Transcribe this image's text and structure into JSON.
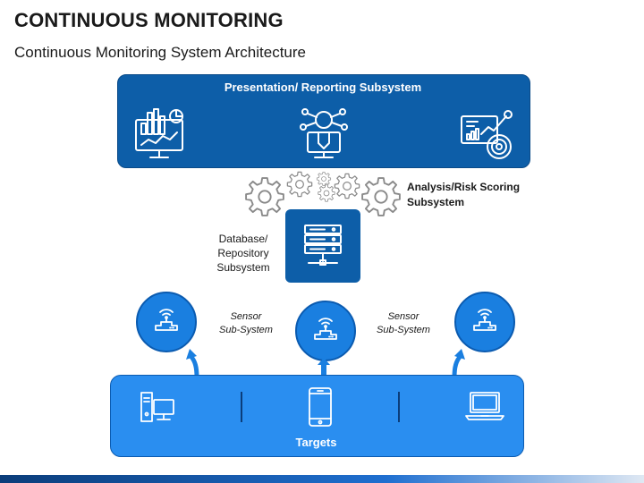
{
  "title": "CONTINUOUS MONITORING",
  "subtitle": "Continuous Monitoring System Architecture",
  "presentation": {
    "label": "Presentation/ Reporting Subsystem",
    "icons": [
      "dashboard-monitor-icon",
      "user-network-monitor-icon",
      "report-target-icon"
    ]
  },
  "analysis": {
    "line1": "Analysis/Risk Scoring",
    "line2": "Subsystem",
    "icon": "gears-icon"
  },
  "database": {
    "line1": "Database/",
    "line2": "Repository",
    "line3": "Subsystem",
    "icon": "server-icon"
  },
  "sensors": {
    "label_left": {
      "line1": "Sensor",
      "line2": "Sub-System"
    },
    "label_right": {
      "line1": "Sensor",
      "line2": "Sub-System"
    },
    "icon": "wireless-router-icon"
  },
  "targets": {
    "label": "Targets",
    "icons": [
      "desktop-computer-icon",
      "smartphone-icon",
      "laptop-icon"
    ]
  },
  "colors": {
    "dark_blue": "#0d5ea8",
    "sensor_blue": "#1a7fe0",
    "targets_blue": "#2a8ef0",
    "gear_gray": "#8a8a8a"
  }
}
